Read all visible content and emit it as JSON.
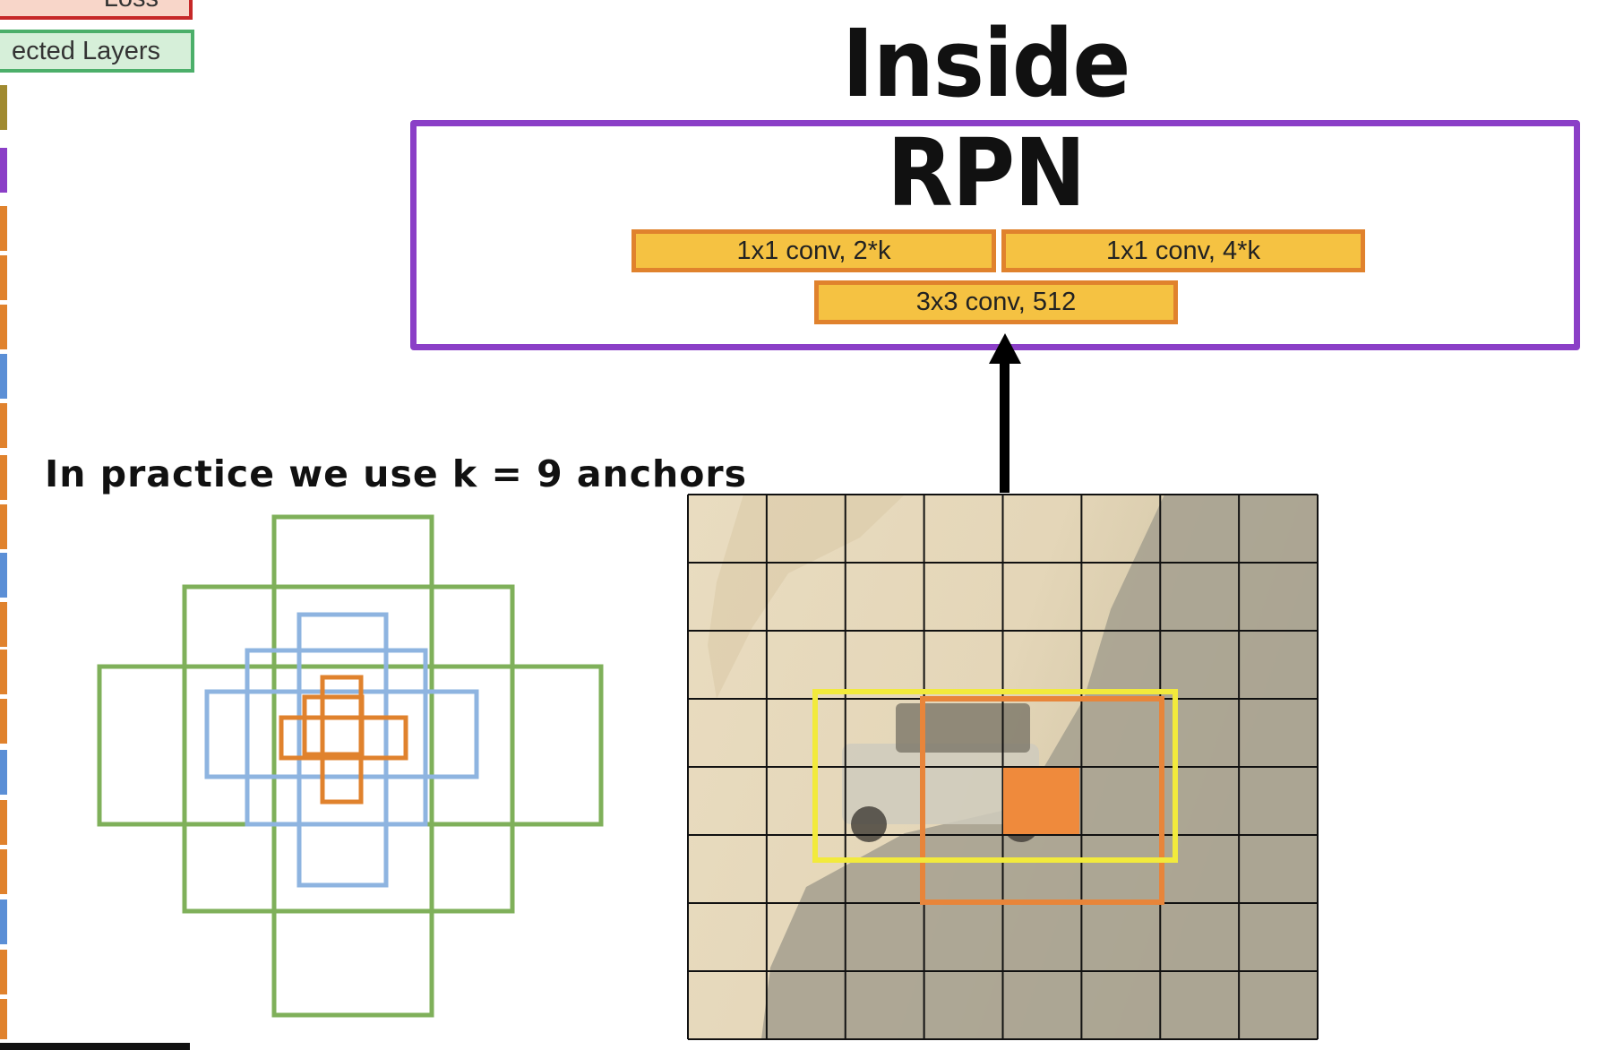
{
  "legend": {
    "loss_label": "Loss",
    "fc_label": "ected Layers"
  },
  "title": "Inside RPN",
  "rpn": {
    "conv_cls_label": "1x1 conv, 2*k",
    "conv_reg_label": "1x1 conv, 4*k",
    "conv_3x3_label": "3x3 conv, 512"
  },
  "caption": "In practice we use k = 9 anchors",
  "colors": {
    "rpn_border": "#8b3fc7",
    "conv_fill": "#f5c242",
    "conv_border": "#e0822d",
    "anchor_large": "#7fb05a",
    "anchor_medium": "#8eb4e0",
    "anchor_small": "#e0822d",
    "proposal_yellow": "#f2ea3c",
    "proposal_orange": "#e8853a",
    "center_cell": "#ef8a3c"
  },
  "feature_map": {
    "columns": 8,
    "rows": 8
  }
}
